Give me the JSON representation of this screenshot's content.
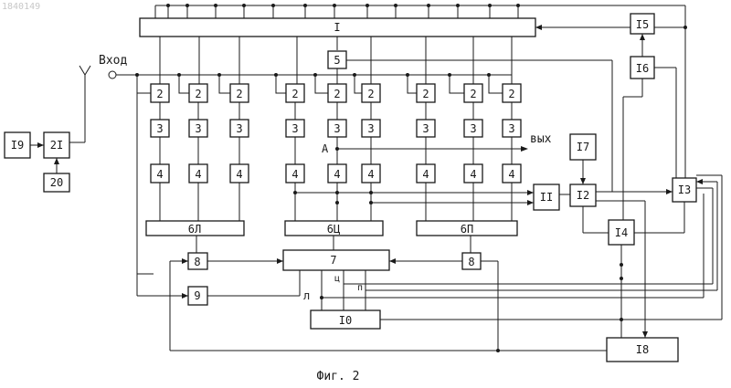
{
  "watermark": "1840149",
  "input_label": "Вход",
  "output_label": "вых",
  "point_label": "А",
  "caption": "Фиг. 2",
  "blocks": {
    "b1": "I",
    "b2": "2",
    "b3": "3",
    "b4": "4",
    "b5": "5",
    "b6_left": "6Л",
    "b6_center": "6Ц",
    "b6_right": "6П",
    "b7": "7",
    "b8": "8",
    "b9": "9",
    "b10": "I0",
    "b11": "II",
    "b12": "I2",
    "b13": "I3",
    "b14": "I4",
    "b15": "I5",
    "b16": "I6",
    "b17": "I7",
    "b18": "I8",
    "b19": "I9",
    "b20": "20",
    "b21": "2I"
  },
  "wire_labels": {
    "c": "ц",
    "p": "п",
    "l": "л"
  }
}
